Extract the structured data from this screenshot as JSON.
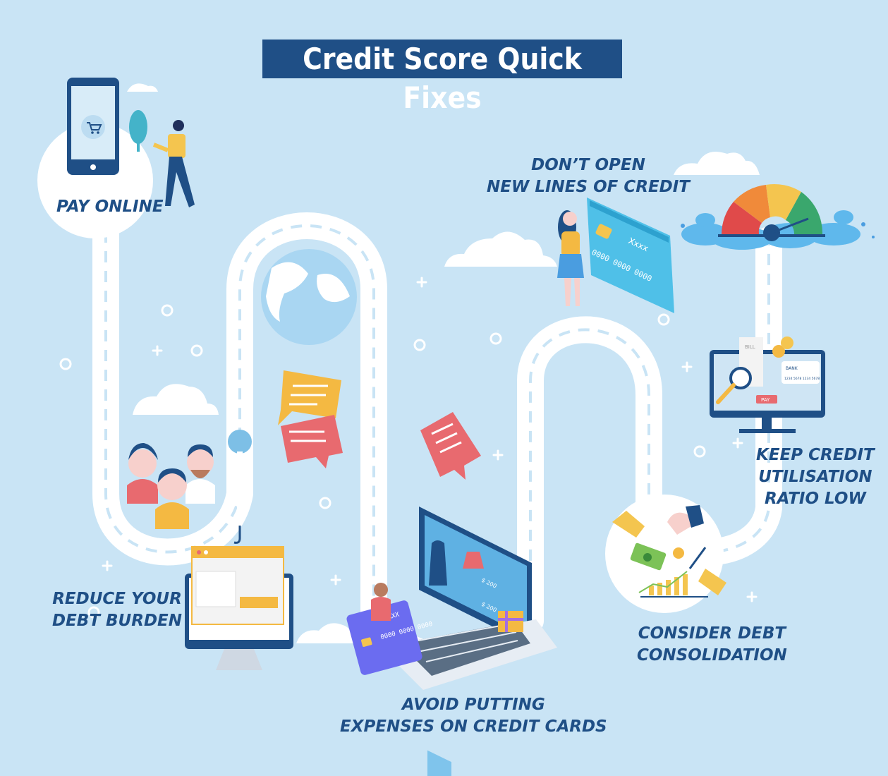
{
  "title": "Credit Score Quick Fixes",
  "steps": [
    {
      "icon": "phone-shopping-icon",
      "lines": [
        "PAY ONLINE"
      ]
    },
    {
      "icon": "people-icon",
      "lines": [
        "REDUCE YOUR",
        "DEBT BURDEN"
      ]
    },
    {
      "icon": "laptop-cards-icon",
      "lines": [
        "AVOID PUTTING",
        "EXPENSES ON CREDIT CARDS"
      ]
    },
    {
      "icon": "hands-money-icon",
      "lines": [
        "CONSIDER DEBT",
        "CONSOLIDATION"
      ]
    },
    {
      "icon": "monitor-bill-icon",
      "lines": [
        "KEEP CREDIT",
        "UTILISATION",
        "RATIO LOW"
      ]
    },
    {
      "icon": "woman-credit-card-icon",
      "lines": [
        "DON’T OPEN",
        "NEW LINES OF CREDIT"
      ]
    }
  ],
  "decor": {
    "gauge_icon": "credit-score-gauge-icon",
    "globe_icon": "globe-icon",
    "chat_icon": "chat-bubble-icon",
    "card_text": "0000 0000 0000",
    "card_mask": "Xxxx",
    "card_mask_small": "XXXX",
    "card_number_small": "0000 0000 0000",
    "bill_label": "BILL",
    "bank_label": "BANK",
    "bank_numbers": "1234 5678 1234 5678",
    "pay_label": "PAY",
    "price_1": "$ 200",
    "price_2": "$ 200"
  },
  "colors": {
    "background": "#c9e4f5",
    "title_bg": "#1f4f86",
    "label_text": "#1f4f86",
    "road": "#ffffff"
  }
}
